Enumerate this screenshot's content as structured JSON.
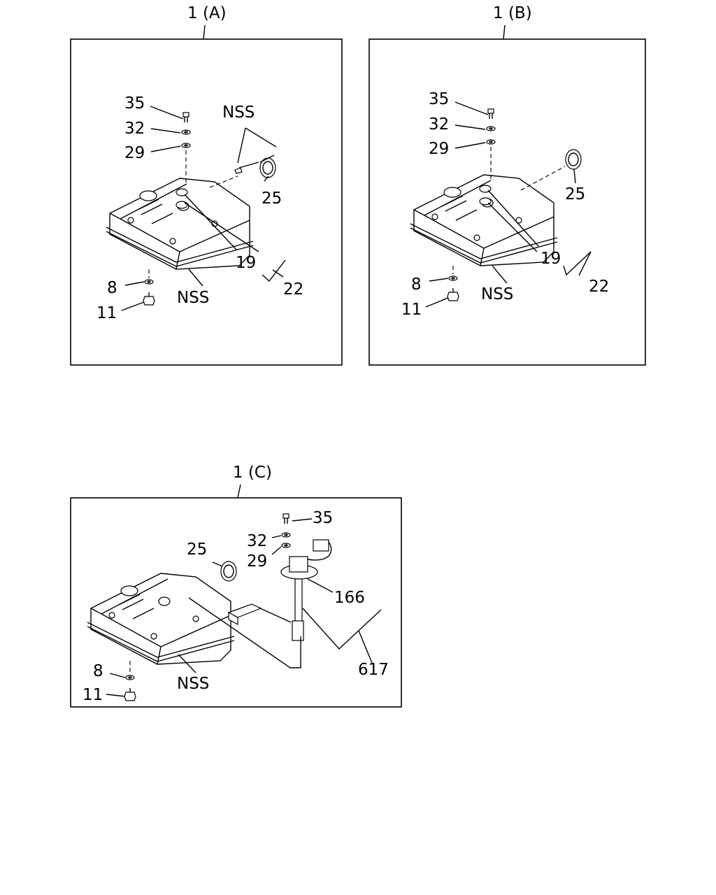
{
  "diagrams": [
    {
      "id": "A",
      "title": "1 (A)",
      "labels": {
        "p35": "35",
        "p32": "32",
        "p29": "29",
        "nss_top": "NSS",
        "p25": "25",
        "p19": "19",
        "p22": "22",
        "p8": "8",
        "p11": "11",
        "nss_bottom": "NSS"
      }
    },
    {
      "id": "B",
      "title": "1 (B)",
      "labels": {
        "p35": "35",
        "p32": "32",
        "p29": "29",
        "p25": "25",
        "p19": "19",
        "p22": "22",
        "p8": "8",
        "p11": "11",
        "nss_bottom": "NSS"
      }
    },
    {
      "id": "C",
      "title": "1 (C)",
      "labels": {
        "p35": "35",
        "p32": "32",
        "p29": "29",
        "p25": "25",
        "p166": "166",
        "p617": "617",
        "p8": "8",
        "p11": "11",
        "nss_bottom": "NSS"
      }
    }
  ]
}
